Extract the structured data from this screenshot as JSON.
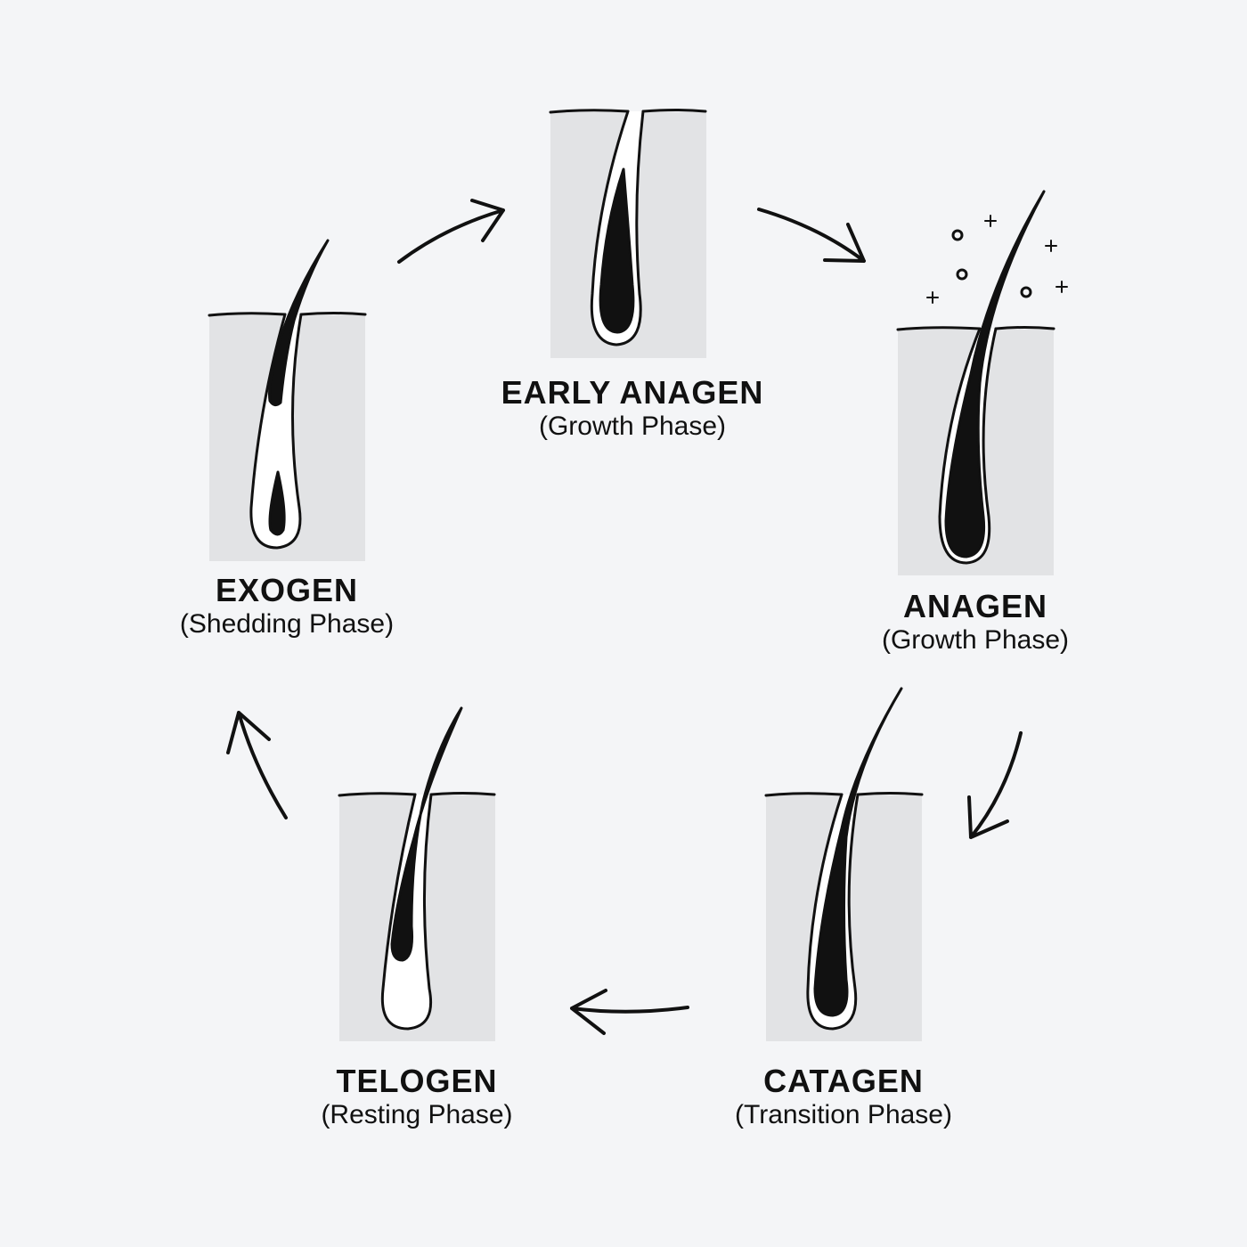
{
  "phases": [
    {
      "title": "EARLY ANAGEN",
      "subtitle": "(Growth Phase)"
    },
    {
      "title": "ANAGEN",
      "subtitle": "(Growth Phase)"
    },
    {
      "title": "CATAGEN",
      "subtitle": "(Transition Phase)"
    },
    {
      "title": "TELOGEN",
      "subtitle": "(Resting Phase)"
    },
    {
      "title": "EXOGEN",
      "subtitle": "(Shedding Phase)"
    }
  ]
}
